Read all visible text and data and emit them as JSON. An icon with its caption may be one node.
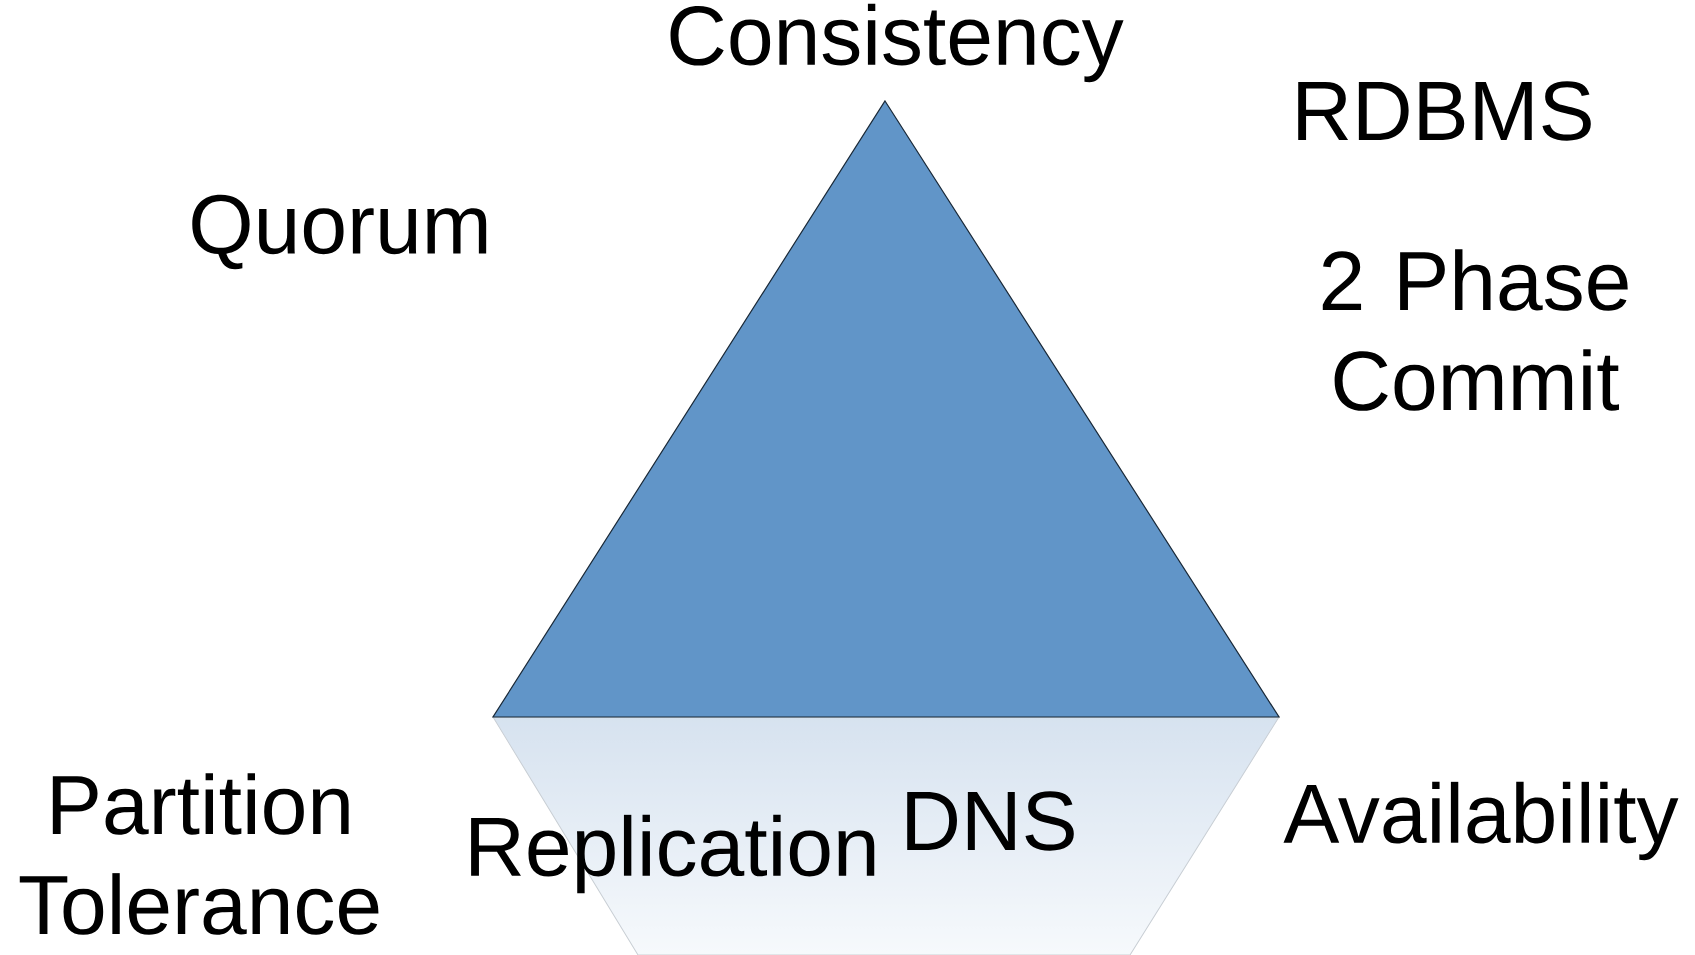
{
  "diagram": {
    "labels": [
      "Consistency",
      "RDBMS",
      "Quorum",
      "2 Phase Commit",
      "Partition Tolerance",
      "Replication",
      "DNS",
      "Availability"
    ]
  }
}
